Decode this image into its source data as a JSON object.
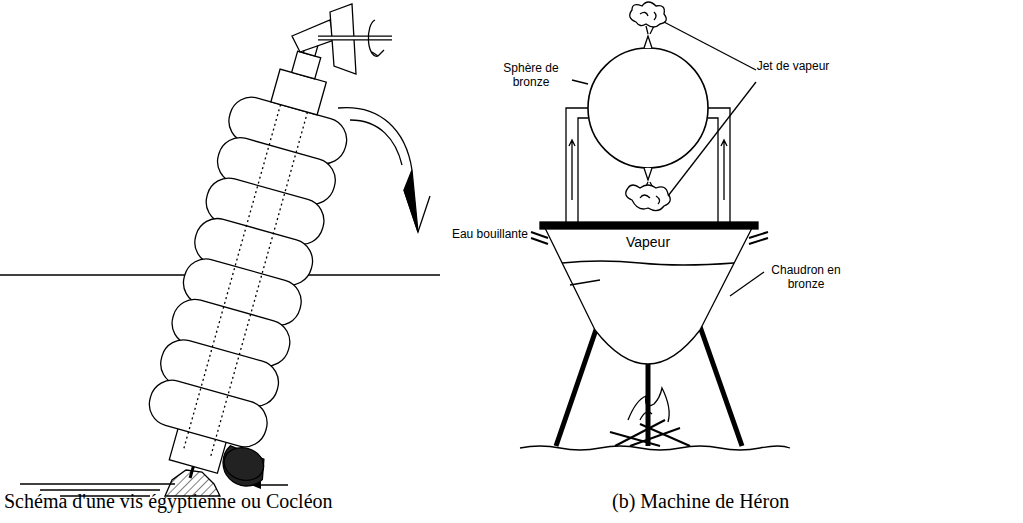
{
  "diagram": {
    "labels": [
      "Sphère de bronze",
      "Jet de vapeur",
      "Eau bouillante",
      "Vapeur",
      "Chaudron en bronze",
      "Schéma d'une vis égyptienne ou Cocléon",
      "(b) Machine de Héron"
    ]
  }
}
